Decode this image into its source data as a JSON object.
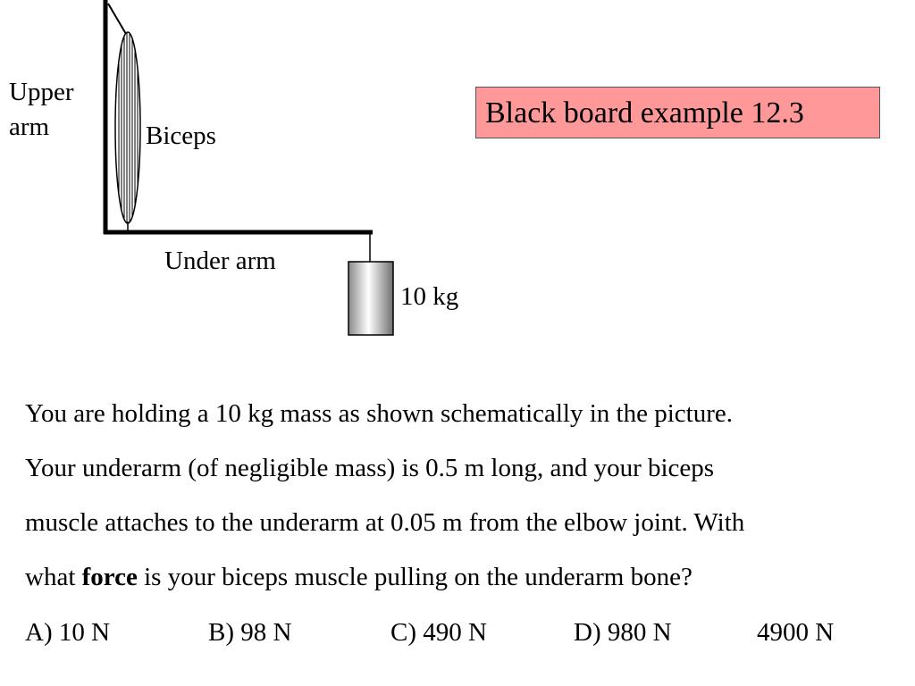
{
  "title": "Black board example 12.3",
  "labels": {
    "upper_arm": "Upper arm",
    "biceps": "Biceps",
    "under_arm": "Under arm",
    "mass": "10 kg"
  },
  "question": {
    "line1": "You are holding a 10 kg mass as shown schematically in the picture.",
    "line2": "Your underarm (of negligible mass) is 0.5 m long, and your biceps",
    "line3": "muscle attaches to the underarm at 0.05 m from the elbow joint.  With",
    "line4_before": "what ",
    "line4_bold": "force",
    "line4_after": " is your biceps muscle pulling on the underarm bone?"
  },
  "answers": {
    "a": "A)  10 N",
    "b": "B) 98 N",
    "c": "C) 490 N",
    "d": "D) 980 N",
    "e": "4900 N"
  },
  "colors": {
    "title_bg": "#ff9999",
    "arm": "#000000"
  }
}
